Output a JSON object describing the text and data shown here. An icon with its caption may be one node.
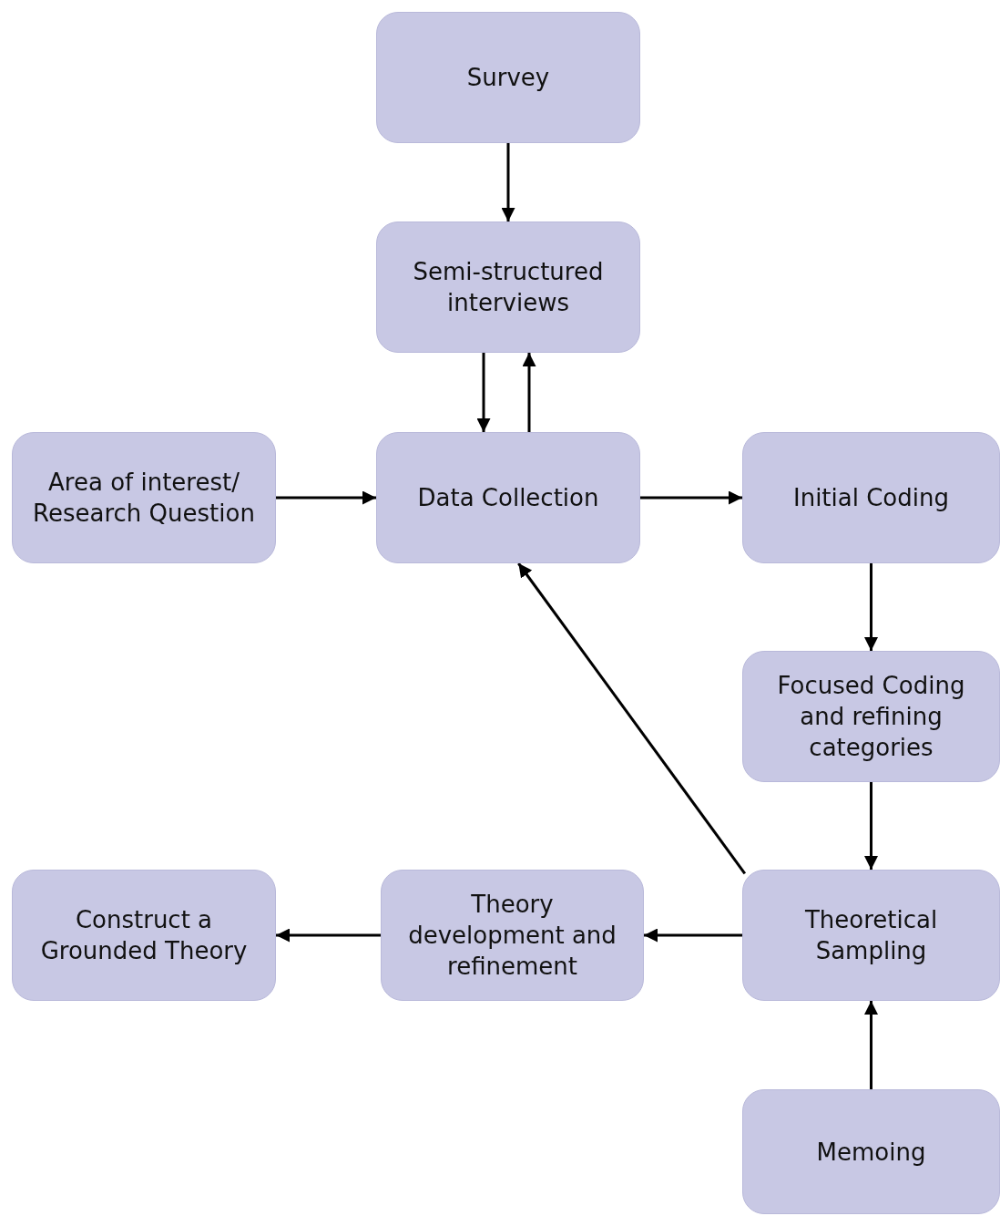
{
  "diagram": {
    "nodes": [
      {
        "text": [
          "Survey"
        ]
      },
      {
        "text": [
          "Semi-structured interviews"
        ]
      },
      {
        "text": [
          "Area of interest/ Research Question"
        ]
      },
      {
        "text": [
          "Data Collection"
        ]
      },
      {
        "text": [
          "Initial Coding"
        ]
      },
      {
        "text": [
          "Focused Coding and refining categories"
        ]
      },
      {
        "text": [
          "Theoretical Sampling"
        ]
      },
      {
        "text": [
          "Theory development and refinement"
        ]
      },
      {
        "text": [
          "Construct a Grounded Theory"
        ]
      },
      {
        "text": [
          "Memoing"
        ]
      }
    ],
    "edges": [
      {
        "from": 0,
        "to": 1,
        "arrow": "to"
      },
      {
        "from": 1,
        "to": 3,
        "arrow": "to"
      },
      {
        "from": 3,
        "to": 1,
        "arrow": "to"
      },
      {
        "from": 2,
        "to": 3,
        "arrow": "to"
      },
      {
        "from": 3,
        "to": 4,
        "arrow": "to"
      },
      {
        "from": 4,
        "to": 5,
        "arrow": "to"
      },
      {
        "from": 5,
        "to": 6,
        "arrow": "to"
      },
      {
        "from": 6,
        "to": 3,
        "arrow": "to"
      },
      {
        "from": 6,
        "to": 7,
        "arrow": "to"
      },
      {
        "from": 7,
        "to": 8,
        "arrow": "to"
      },
      {
        "from": 9,
        "to": 6,
        "arrow": "to"
      }
    ]
  }
}
